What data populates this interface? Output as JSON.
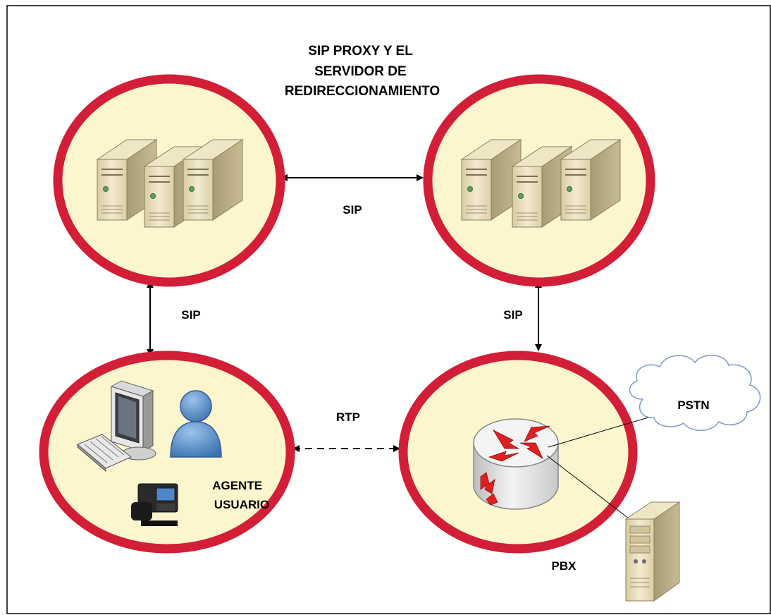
{
  "diagram": {
    "title_lines": [
      "SIP PROXY Y EL",
      "SERVIDOR DE",
      "REDIRECCIONAMIENTO"
    ],
    "nodes": {
      "proxy_left": {
        "kind": "server-cluster"
      },
      "proxy_right": {
        "kind": "server-cluster"
      },
      "user_agent": {
        "label_lines": [
          "AGENTE",
          "USUARIO"
        ]
      },
      "pbx": {
        "label": "PBX"
      },
      "pstn": {
        "label": "PSTN"
      }
    },
    "links": {
      "proxy_to_proxy": {
        "label": "SIP",
        "style": "solid"
      },
      "proxy_to_agent": {
        "label": "SIP",
        "style": "solid"
      },
      "proxy_to_pbx": {
        "label": "SIP",
        "style": "solid"
      },
      "agent_to_pbx": {
        "label": "RTP",
        "style": "dashed"
      }
    },
    "colors": {
      "ring": "#d21e36",
      "circle_fill": "#fcf6cf",
      "cloud_stroke": "#7d97c4",
      "router_arrow": "#e02020",
      "server_body": "#e9dfbd",
      "person": "#4e84c0"
    }
  }
}
